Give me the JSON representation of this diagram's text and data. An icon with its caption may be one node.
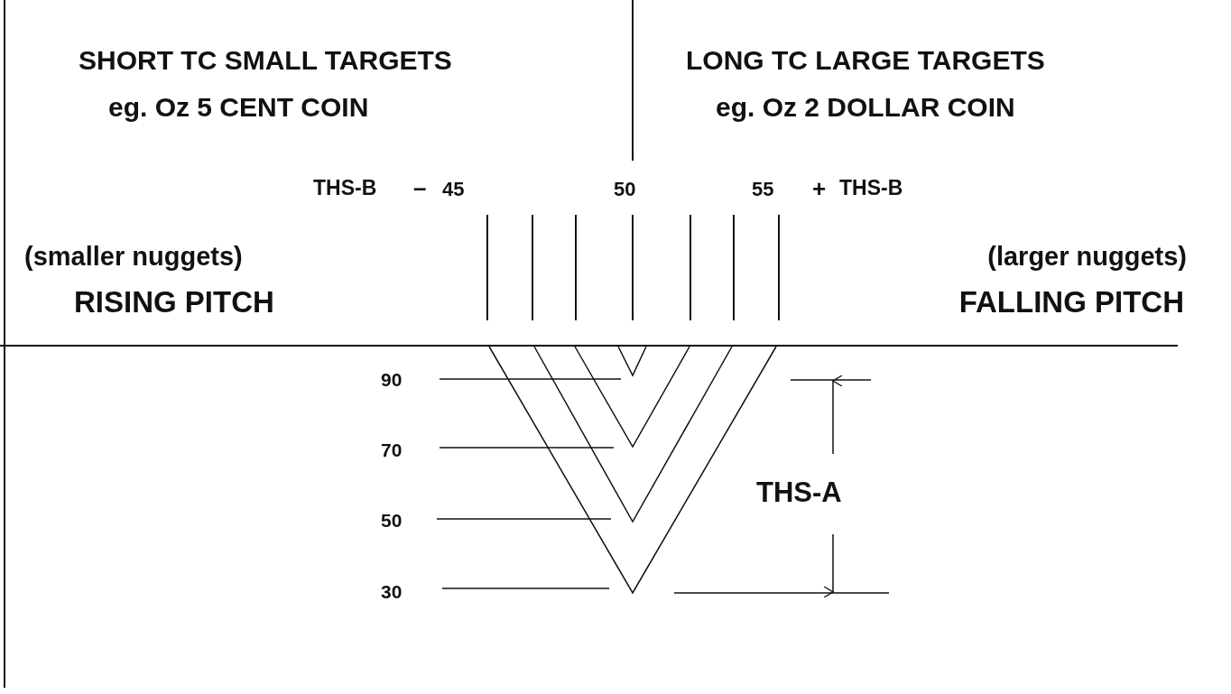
{
  "diagram": {
    "labels": [
      "SHORT TC SMALL TARGETS",
      "eg. Oz 5 CENT COIN",
      "LONG TC LARGE TARGETS",
      "eg. Oz 2 DOLLAR COIN",
      "THS-B",
      "–",
      "45",
      "50",
      "55",
      "+",
      "THS-B",
      "(smaller nuggets)",
      "(larger nuggets)",
      "RISING PITCH",
      "FALLING PITCH",
      "90",
      "70",
      "50",
      "30",
      "THS-A"
    ]
  }
}
